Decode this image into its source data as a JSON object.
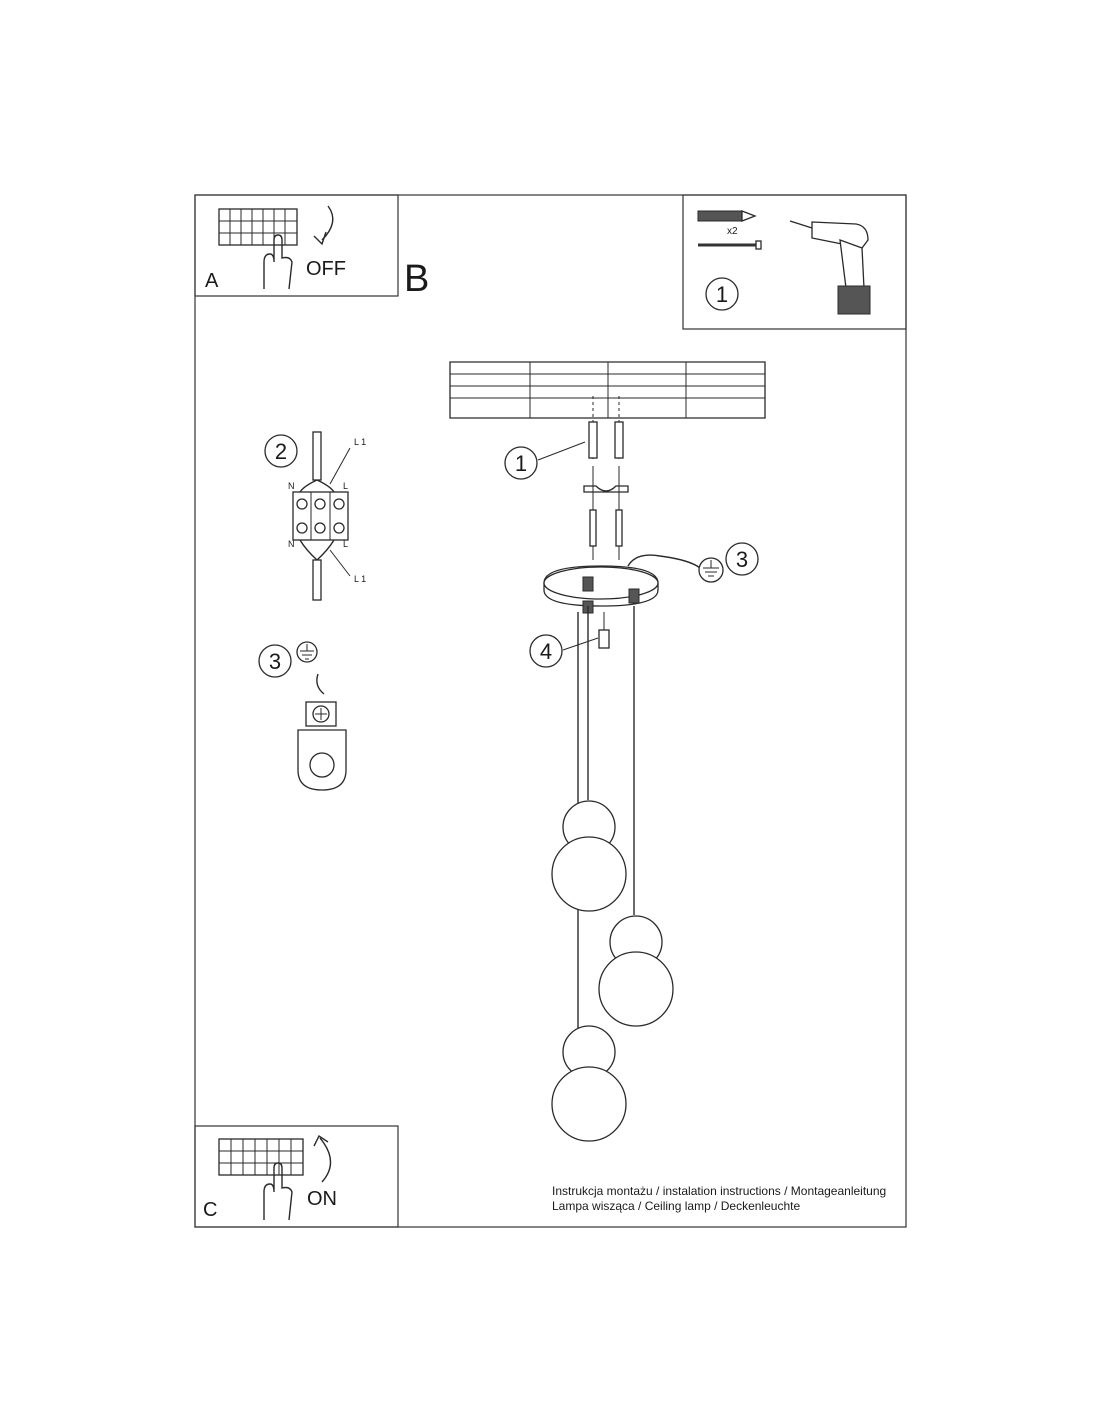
{
  "panels": {
    "a_label": "A",
    "a_action": "OFF",
    "b_label": "B",
    "c_label": "C",
    "c_action": "ON"
  },
  "parts_box": {
    "quantity": "x2",
    "step_number": "1"
  },
  "callouts": {
    "c1": "1",
    "c2": "2",
    "c3": "3",
    "c3_detail": "3",
    "c4": "4"
  },
  "wiring": {
    "n_top": "N",
    "n_bottom": "N",
    "l_top": "L",
    "l_bottom": "L",
    "l1_top": "L 1",
    "l1_bottom": "L 1"
  },
  "footer": {
    "line1": "Instrukcja montażu / instalation instructions / Montageanleitung",
    "line2": "Lampa wisząca / Ceiling lamp / Deckenleuchte"
  }
}
